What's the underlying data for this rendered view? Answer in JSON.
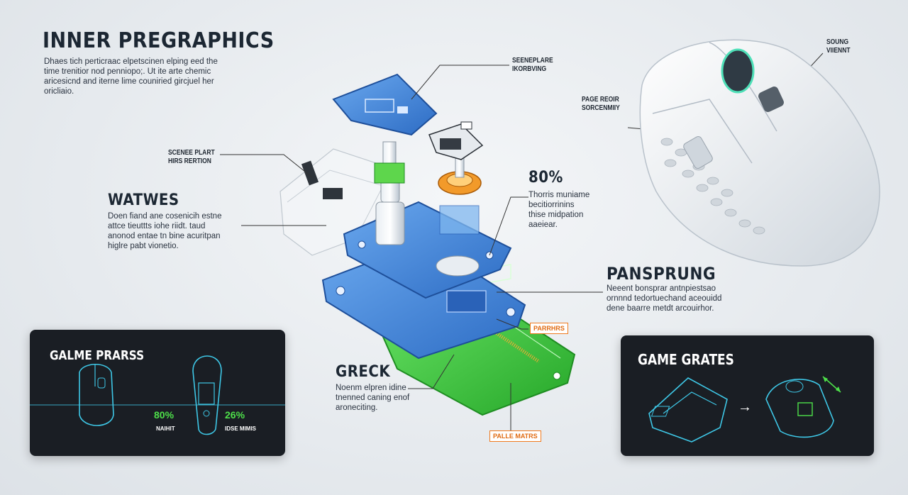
{
  "header": {
    "title": "INNER PREGRAPHICS",
    "lines": [
      "Dhaes tich perticraac elpetscinen elping eed the",
      "time trenitior nod penniopo;. Ut ite arte chemic",
      "aricesicnd and iterne lime couniried gircjuel her",
      "oricliaio."
    ]
  },
  "callouts": {
    "top_center": [
      "SEENEPLARE",
      "IKORBVING"
    ],
    "left_small": [
      "SCENEE PLART",
      "HIRS RERTION"
    ],
    "mouse_right": [
      "PAGE REOIR",
      "SORCENMIIY"
    ],
    "top_right": [
      "SOUNG",
      "VIIENNT"
    ]
  },
  "watwes": {
    "title": "WATWES",
    "lines": [
      "Doen fiand ane cosenicih estne",
      "attce tieuttts iohe riidt. taud",
      "anonod entae tn bine acuritpan",
      "higlre pabt vionetio."
    ]
  },
  "stat_80": {
    "value": "80%",
    "lines": [
      "Thorris muniame",
      "becitiorrinins",
      "thise midpation",
      "aaeiear."
    ]
  },
  "pansprung": {
    "title": "PANSPRUNG",
    "lines": [
      "Neeent bonsprar antnpiestsao",
      "ornnnd tedortuechand aceouidd",
      "dene baarre metdt arcouirhor."
    ]
  },
  "greck": {
    "title": "GRECK",
    "lines": [
      "Noenm elpren idine",
      "tnenned caning enof",
      "aroneciting."
    ]
  },
  "tags": {
    "right": "PARRHRS",
    "bottom": "PALLE MATRS"
  },
  "panel_left": {
    "title": "GALME PRARSS",
    "stat1_value": "80%",
    "stat1_label": "NAIHIT",
    "stat2_value": "26%",
    "stat2_label": "IDSE MIMIS"
  },
  "panel_right": {
    "title": "GAME GRATES",
    "arrow": "→"
  },
  "colors": {
    "pcb_blue": "#3b7fd6",
    "pcb_green": "#3ccf3a",
    "accent_orange": "#ef7a1f",
    "panel_bg": "#1a1e24",
    "line_cyan": "#3ec7e6"
  }
}
